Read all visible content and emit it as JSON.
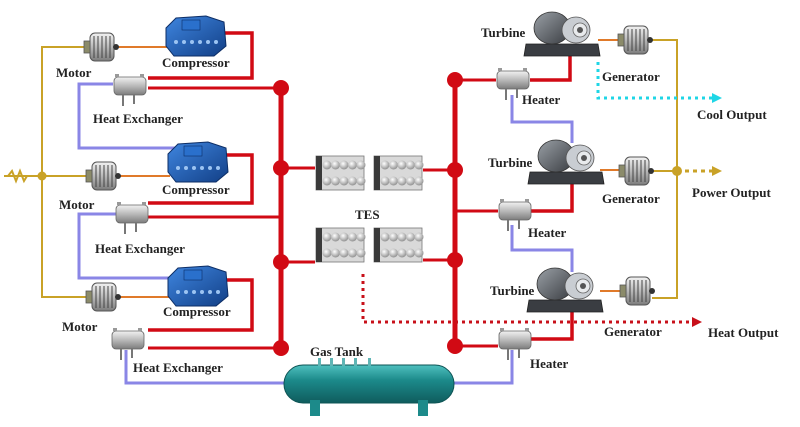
{
  "title": "Compressed gas energy storage system schematic",
  "colors": {
    "hot_pipe": "#d10a14",
    "cold_pipe": "#8a86e6",
    "power_line": "#c9a227",
    "shaft": "#e07a2a",
    "cool_output": "#1fd6e6",
    "heat_output": "#c8101a",
    "compressor": "#1d5fb8",
    "tank": "#1c8a8a"
  },
  "charging_units": [
    {
      "motor_label": "Motor",
      "compressor_label": "Compressor",
      "exchanger_label": "Heat Exchanger"
    },
    {
      "motor_label": "Motor",
      "compressor_label": "Compressor",
      "exchanger_label": "Heat Exchanger"
    },
    {
      "motor_label": "Motor",
      "compressor_label": "Compressor",
      "exchanger_label": "Heat Exchanger"
    }
  ],
  "discharging_units": [
    {
      "turbine_label": "Turbine",
      "generator_label": "Generator",
      "heater_label": "Heater"
    },
    {
      "turbine_label": "Turbine",
      "generator_label": "Generator",
      "heater_label": "Heater"
    },
    {
      "turbine_label": "Turbine",
      "generator_label": "Generator",
      "heater_label": "Heater"
    }
  ],
  "storage": {
    "tes_label": "TES",
    "gas_tank_label": "Gas Tank"
  },
  "outputs": {
    "cool": "Cool Output",
    "power": "Power Output",
    "heat": "Heat Output"
  }
}
